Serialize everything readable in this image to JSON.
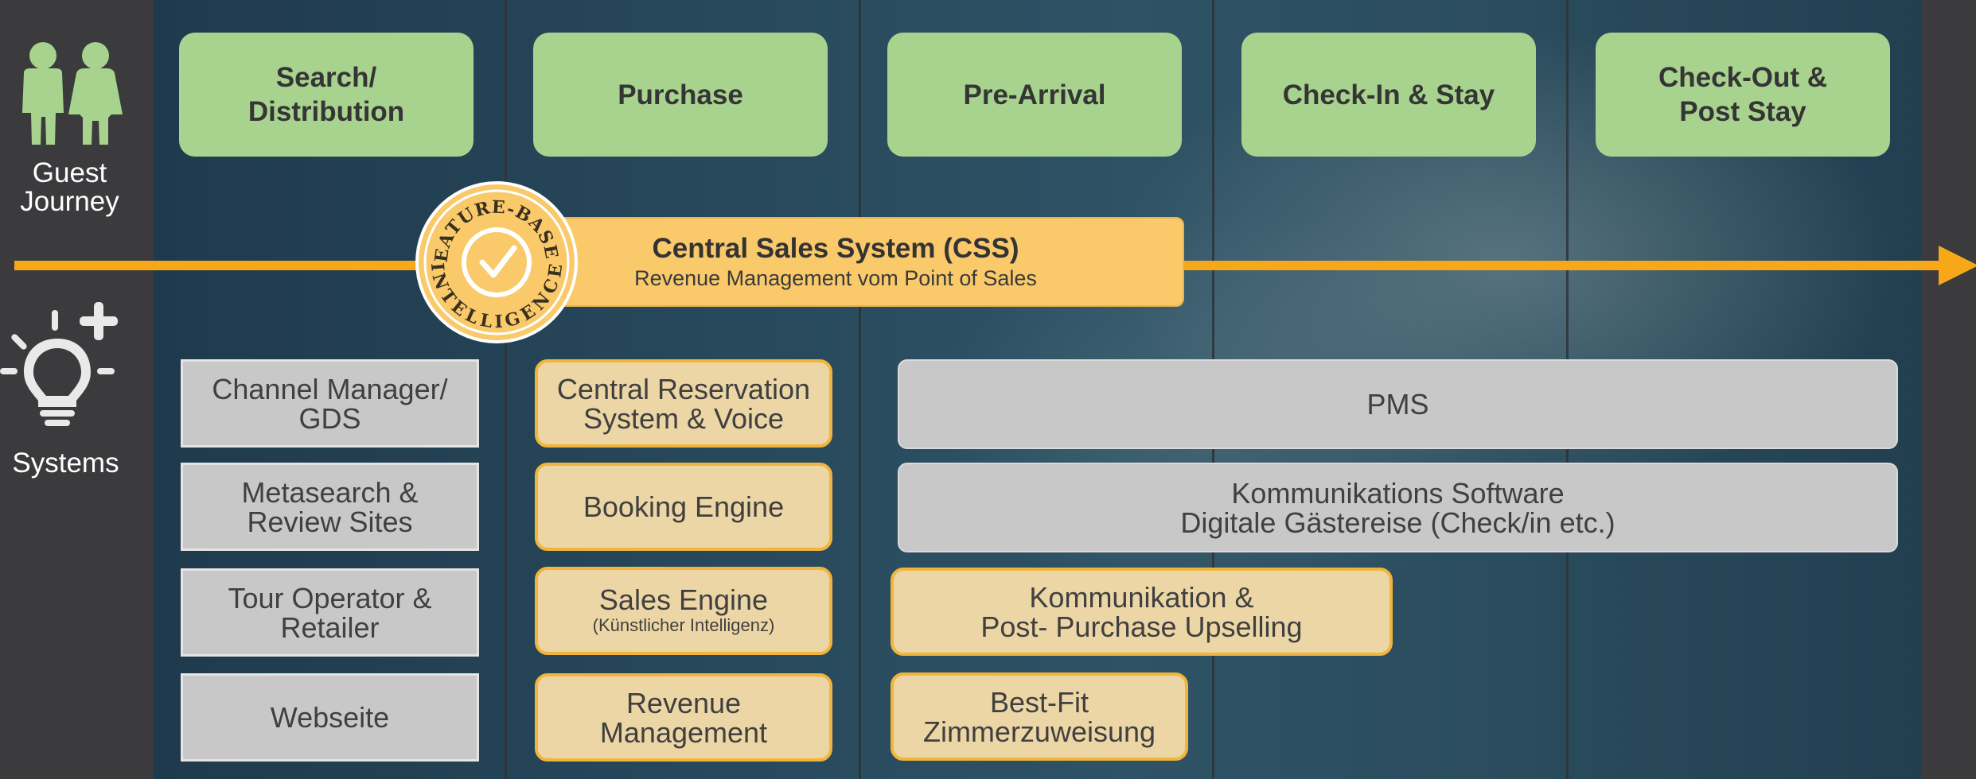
{
  "sidebar": {
    "guest_label": "Guest\nJourney",
    "systems_label": "Systems",
    "guest_icon": "two-people-icon",
    "systems_icon": "lightbulb-plus-icon"
  },
  "stages": [
    {
      "label": "Search/\nDistribution"
    },
    {
      "label": "Purchase"
    },
    {
      "label": "Pre-Arrival"
    },
    {
      "label": "Check-In & Stay"
    },
    {
      "label": "Check-Out &\nPost Stay"
    }
  ],
  "css": {
    "title": "Central Sales System (CSS)",
    "subtitle": "Revenue Management vom Point of Sales",
    "badge_text": "FEATURE-BASED INTELLIGENCE",
    "badge_icon": "checkmark-icon"
  },
  "systems": {
    "distribution": [
      {
        "label": "Channel Manager/\nGDS"
      },
      {
        "label": "Metasearch &\nReview Sites"
      },
      {
        "label": "Tour Operator &\nRetailer"
      },
      {
        "label": "Webseite"
      }
    ],
    "purchase": [
      {
        "label": "Central Reservation\nSystem & Voice"
      },
      {
        "label": "Booking Engine"
      },
      {
        "label": "Sales Engine",
        "sub": "(Künstlicher Intelligenz)"
      },
      {
        "label": "Revenue\nManagement"
      }
    ],
    "pms": "PMS",
    "communication_software": "Kommunikations Software\nDigitale Gästereise (Check/in etc.)",
    "upselling": "Kommunikation &\nPost- Purchase Upselling",
    "room_assignment": "Best-Fit\nZimmerzuweisung"
  },
  "colors": {
    "stage_green": "#a7d38e",
    "arrow_orange": "#f7a818",
    "css_yellow": "#f9c96a",
    "system_grey": "#c8c8c8",
    "system_yellow": "#ecd6a5",
    "sidebar_bg": "#3b3b3d"
  }
}
